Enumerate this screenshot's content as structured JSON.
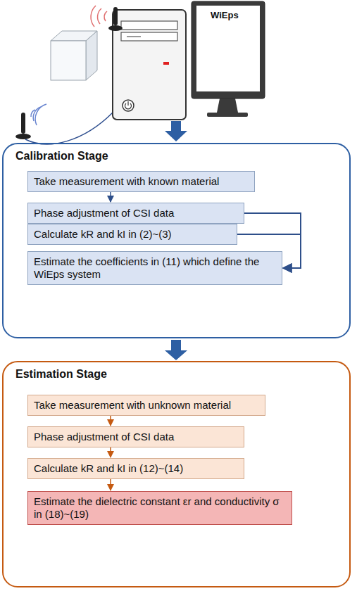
{
  "diagram": {
    "nodes": [
      {
        "text": [
          "Calibration Stage"
        ]
      },
      {
        "text": [
          "Take measurement with known material"
        ],
        "in": 0
      },
      {
        "text": [
          "Phase adjustment of CSI data"
        ],
        "in": 0
      },
      {
        "text": [
          "Calculate kR and kI in (2)~(3)"
        ],
        "in": 0
      },
      {
        "text": [
          "Estimate the coefficients in (11) which define the WiEps system"
        ],
        "in": 0
      },
      {
        "text": [
          "Estimation Stage"
        ]
      },
      {
        "text": [
          "Take measurement with unknown material"
        ],
        "in": 5
      },
      {
        "text": [
          "Phase adjustment of CSI data"
        ],
        "in": 5
      },
      {
        "text": [
          "Calculate kR and kI in (12)~(14)"
        ],
        "in": 5
      },
      {
        "text": [
          "Estimate the dielectric constant εr and conductivity σ in (18)~(19)"
        ],
        "in": 5
      }
    ],
    "edges": [
      {
        "from": 1,
        "to": 2,
        "arrow": "to"
      },
      {
        "from": 2,
        "to": 4,
        "arrow": "to"
      },
      {
        "from": 3,
        "to": 4,
        "arrow": "to"
      },
      {
        "from": 0,
        "to": 5,
        "arrow": "to"
      },
      {
        "from": 6,
        "to": 7,
        "arrow": "to"
      },
      {
        "from": 7,
        "to": 8,
        "arrow": "to"
      },
      {
        "from": 8,
        "to": 9,
        "arrow": "to"
      }
    ],
    "labels": [
      "WiEps"
    ]
  }
}
